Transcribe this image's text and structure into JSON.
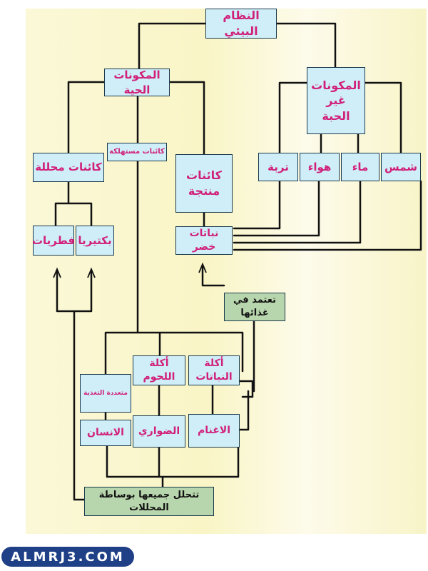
{
  "diagram": {
    "root": "النظام البيئي",
    "living": "المكونات الحية",
    "nonliving": "المكونات غير الحبة",
    "decomposers": "كائنات محللة",
    "consumers": "كائنات مستهلكة",
    "producers": "كائنات منتجة",
    "soil": "تربة",
    "air": "هواء",
    "water": "ماء",
    "sun": "شمس",
    "fungi": "فطريات",
    "bacteria": "بكتيريا",
    "green_plants": "نباتات خضر",
    "depend_food": "تعتمد في غذائها",
    "herbivores": "أكلة النباتات",
    "carnivores": "أكلة اللحوم",
    "omnivores": "متعددة التغذية",
    "sheep": "الاغنام",
    "predators": "الضواري",
    "human": "الانسان",
    "decompose_all": "تتحلل جميعها بوساطة المحللات"
  },
  "watermark": "ALMRJ3.COM",
  "colors": {
    "node_fill": "#cfeef8",
    "node_text": "#d1207a",
    "green_fill": "#b8d6ad",
    "line": "#111111",
    "badge": "#1f3f86"
  }
}
